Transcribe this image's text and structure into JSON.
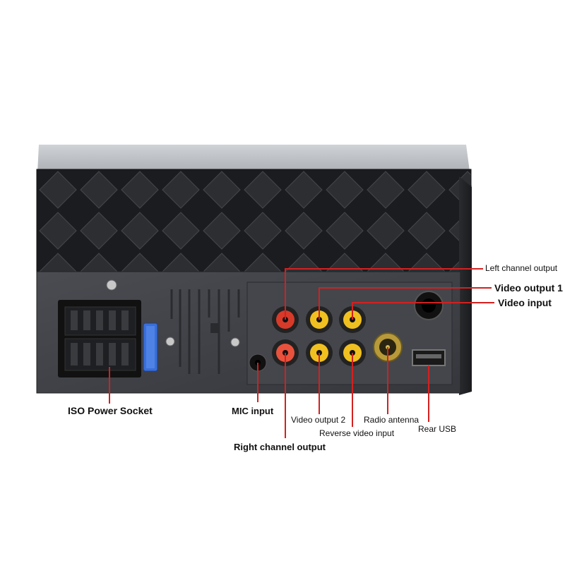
{
  "labels": {
    "left_channel_output": "Left channel output",
    "video_output_1": "Video output 1",
    "video_input": "Video input",
    "iso_power_socket": "ISO Power Socket",
    "mic_input": "MIC input",
    "video_output_2": "Video output 2",
    "radio_antenna": "Radio antenna",
    "reverse_video_input": "Reverse video input",
    "rear_usb": "Rear USB",
    "right_channel_output": "Right channel output"
  },
  "colors": {
    "leader_line": "#d42020",
    "rca_red": "#d83a2a",
    "rca_yellow": "#f0c020",
    "rca_white": "#e8e8e8",
    "fuse_blue": "#3a6fd8",
    "body_dark": "#3b3d42",
    "top_silver": "#b8bbc0"
  }
}
